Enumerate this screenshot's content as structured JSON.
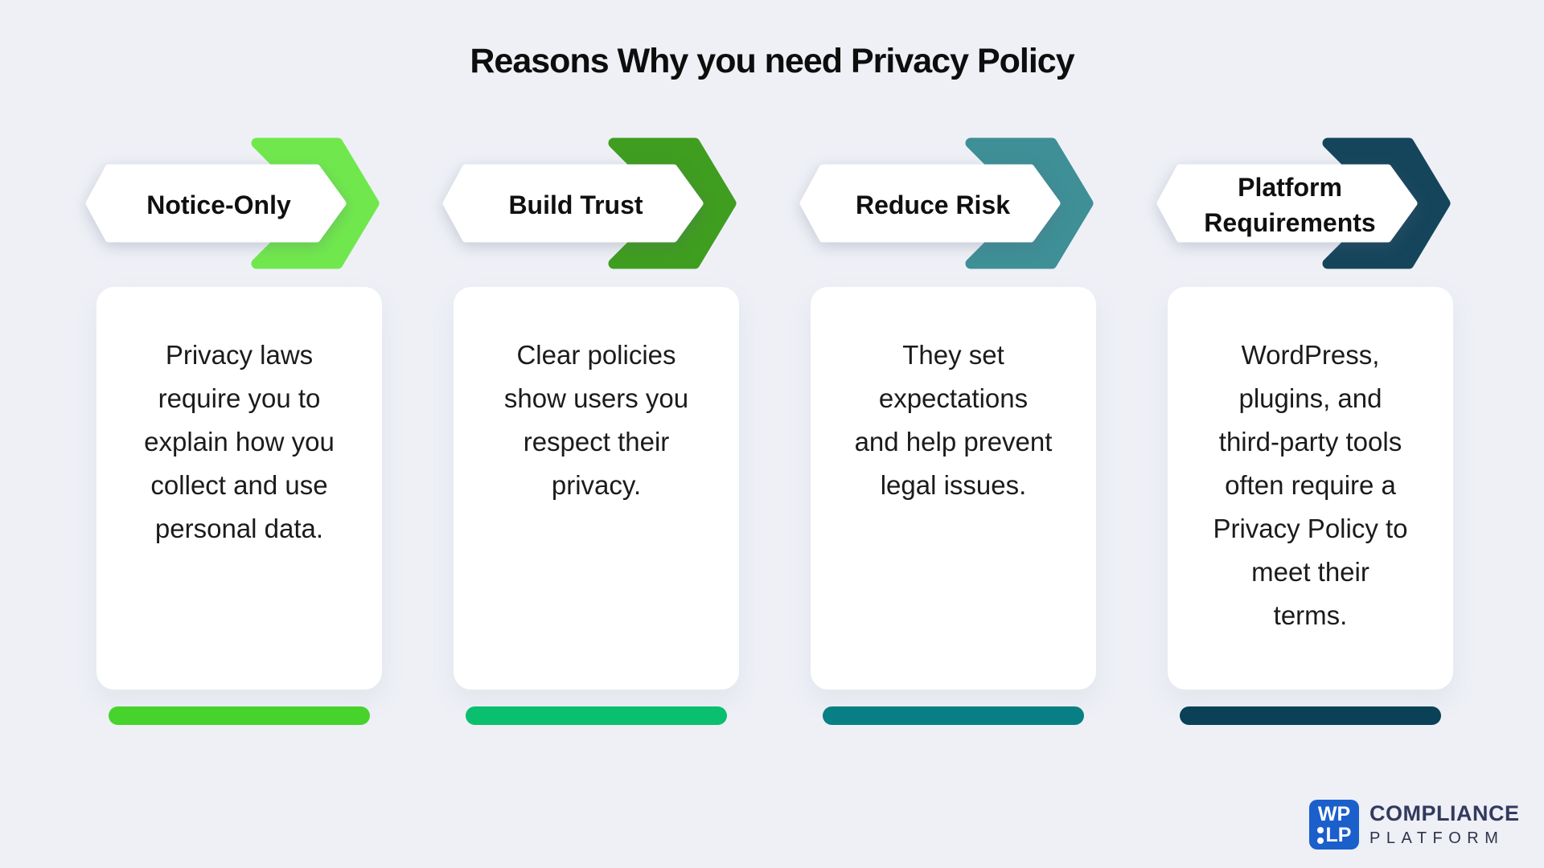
{
  "title": "Reasons Why you need Privacy Policy",
  "colors": {
    "background": "#eef0f6",
    "card": "#ffffff",
    "card_text": "#1b1b1b",
    "title_text": "#0d0d0d",
    "banner": "#ffffff",
    "label_text": "#101010"
  },
  "columns": [
    {
      "label": "Notice-Only",
      "description": "Privacy laws require you to explain how you collect and use personal data.",
      "description_lines": [
        "Privacy laws",
        "require you to",
        "explain how you",
        "collect and use",
        "personal data."
      ],
      "chevron_color": "#70e84d",
      "bar_color": "#46d32b"
    },
    {
      "label": "Build Trust",
      "description": "Clear policies show users you respect their privacy.",
      "description_lines": [
        "Clear policies",
        "show users you",
        "respect their",
        "privacy."
      ],
      "chevron_color": "#3f9d1f",
      "bar_color": "#0abf6e"
    },
    {
      "label": "Reduce Risk",
      "description": "They set expectations and help prevent legal issues.",
      "description_lines": [
        "They set",
        "expectations",
        "and help prevent",
        "legal issues."
      ],
      "chevron_color": "#3e8f96",
      "bar_color": "#087f84"
    },
    {
      "label": "Platform Requirements",
      "description": "WordPress, plugins, and third-party tools often require a Privacy Policy to meet their terms.",
      "description_lines": [
        "WordPress,",
        "plugins, and",
        "third-party tools",
        "often require a",
        "Privacy Policy to",
        "meet their",
        "terms."
      ],
      "chevron_color": "#15455b",
      "bar_color": "#0a4156"
    }
  ],
  "logo": {
    "badge_line1": "WP",
    "badge_line2": "LP",
    "badge_color": "#1b5fcb",
    "name": "COMPLIANCE",
    "subname": "PLATFORM",
    "name_color": "#333a5e",
    "subname_color": "#2f3348"
  }
}
